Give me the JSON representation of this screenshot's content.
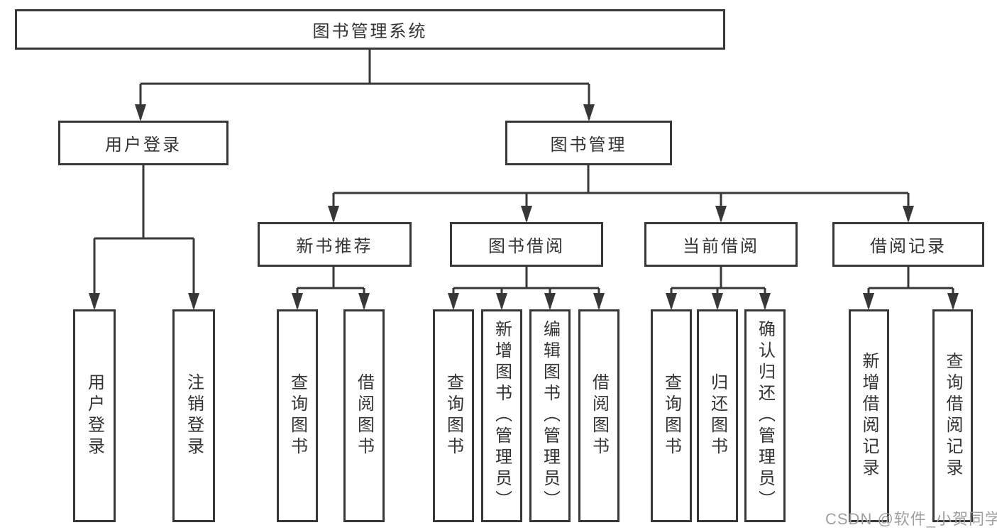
{
  "diagram_title": "图书管理系统",
  "tree": {
    "label": "图书管理系统",
    "children": [
      {
        "label": "用户登录",
        "children": [
          {
            "label": "用户登录"
          },
          {
            "label": "注销登录"
          }
        ]
      },
      {
        "label": "图书管理",
        "children": [
          {
            "label": "新书推荐",
            "children": [
              {
                "label": "查询图书"
              },
              {
                "label": "借阅图书"
              }
            ]
          },
          {
            "label": "图书借阅",
            "children": [
              {
                "label": "查询图书"
              },
              {
                "label": "新增图书（管理员）"
              },
              {
                "label": "编辑图书（管理员）"
              },
              {
                "label": "借阅图书"
              }
            ]
          },
          {
            "label": "当前借阅",
            "children": [
              {
                "label": "查询图书"
              },
              {
                "label": "归还图书"
              },
              {
                "label": "确认归还（管理员）"
              }
            ]
          },
          {
            "label": "借阅记录",
            "children": [
              {
                "label": "新增借阅记录"
              },
              {
                "label": "查询借阅记录"
              }
            ]
          }
        ]
      }
    ]
  },
  "watermark": "CSDN @软件_小贺同学",
  "colors": {
    "line": "#373737",
    "text": "#333333",
    "box_fill": "#ffffff",
    "watermark": "#9f9f9f",
    "background": "#ffffff"
  }
}
